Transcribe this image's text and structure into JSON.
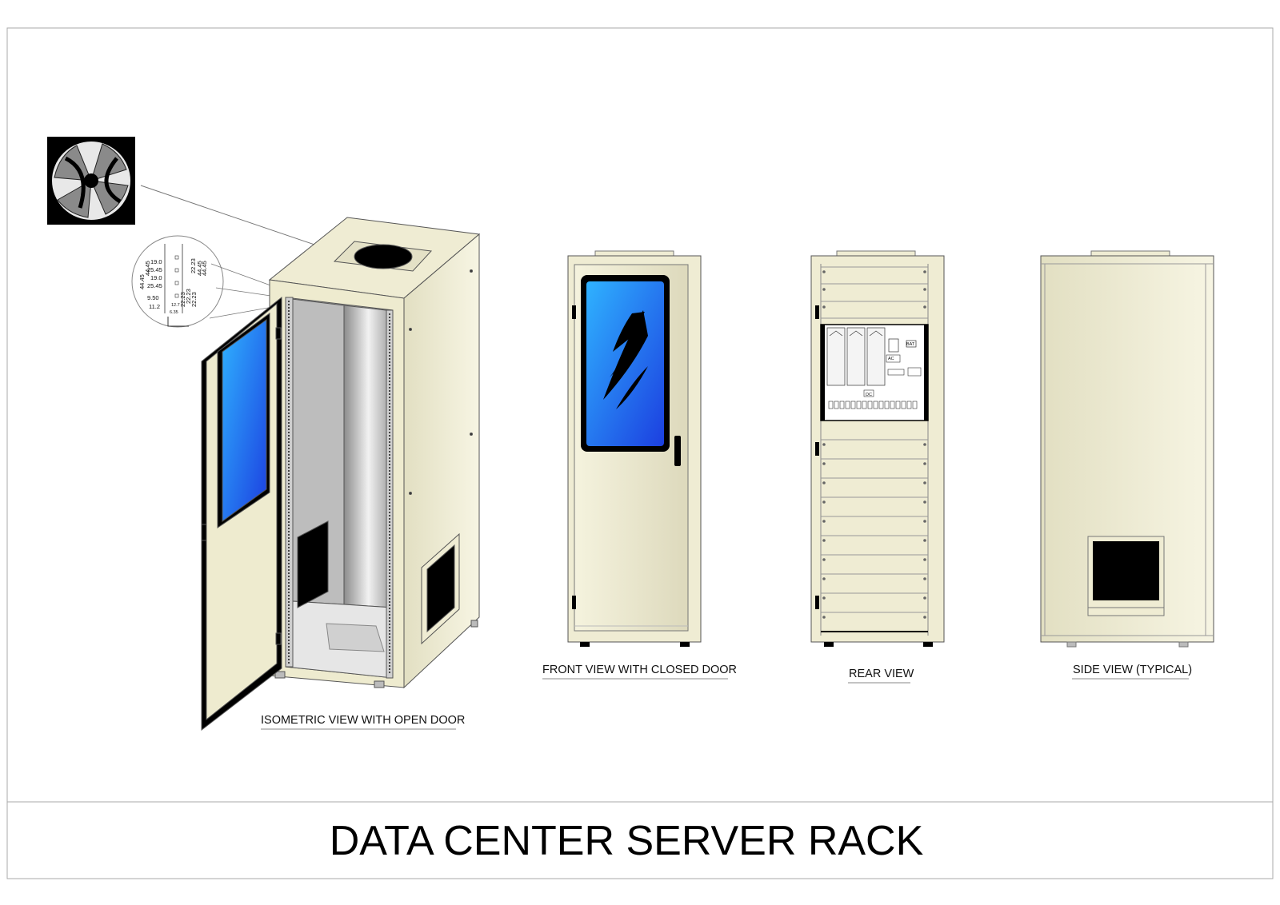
{
  "drawing": {
    "title": "DATA CENTER SERVER RACK",
    "views": {
      "isometric": "ISOMETRIC VIEW WITH OPEN DOOR",
      "front": "FRONT VIEW WITH CLOSED DOOR",
      "rear": "REAR VIEW",
      "side": "SIDE VIEW (TYPICAL)"
    },
    "detail_dimensions": {
      "d1": "19.0",
      "d2": "25.45",
      "d3": "19.0",
      "d4": "25.45",
      "d5": "44.45",
      "d6": "44.45",
      "d7": "9.50",
      "d8": "11.2",
      "d9": "22.23",
      "d10": "44.45",
      "d11": "44.45",
      "d12": "22.23",
      "d13": "22.23",
      "d14": "22.23",
      "d15": "12.7",
      "d16": "6.35"
    },
    "power_panel": {
      "ac_label": "AC",
      "bat_label": "BAT",
      "dc_label": "DC"
    }
  },
  "colors": {
    "cabinet": "#eeebcf",
    "cabinet_edge": "#555555",
    "glass_light": "#33aaff",
    "glass_dark": "#1a3fd8",
    "frame": "#000000",
    "vent": "#000000"
  }
}
